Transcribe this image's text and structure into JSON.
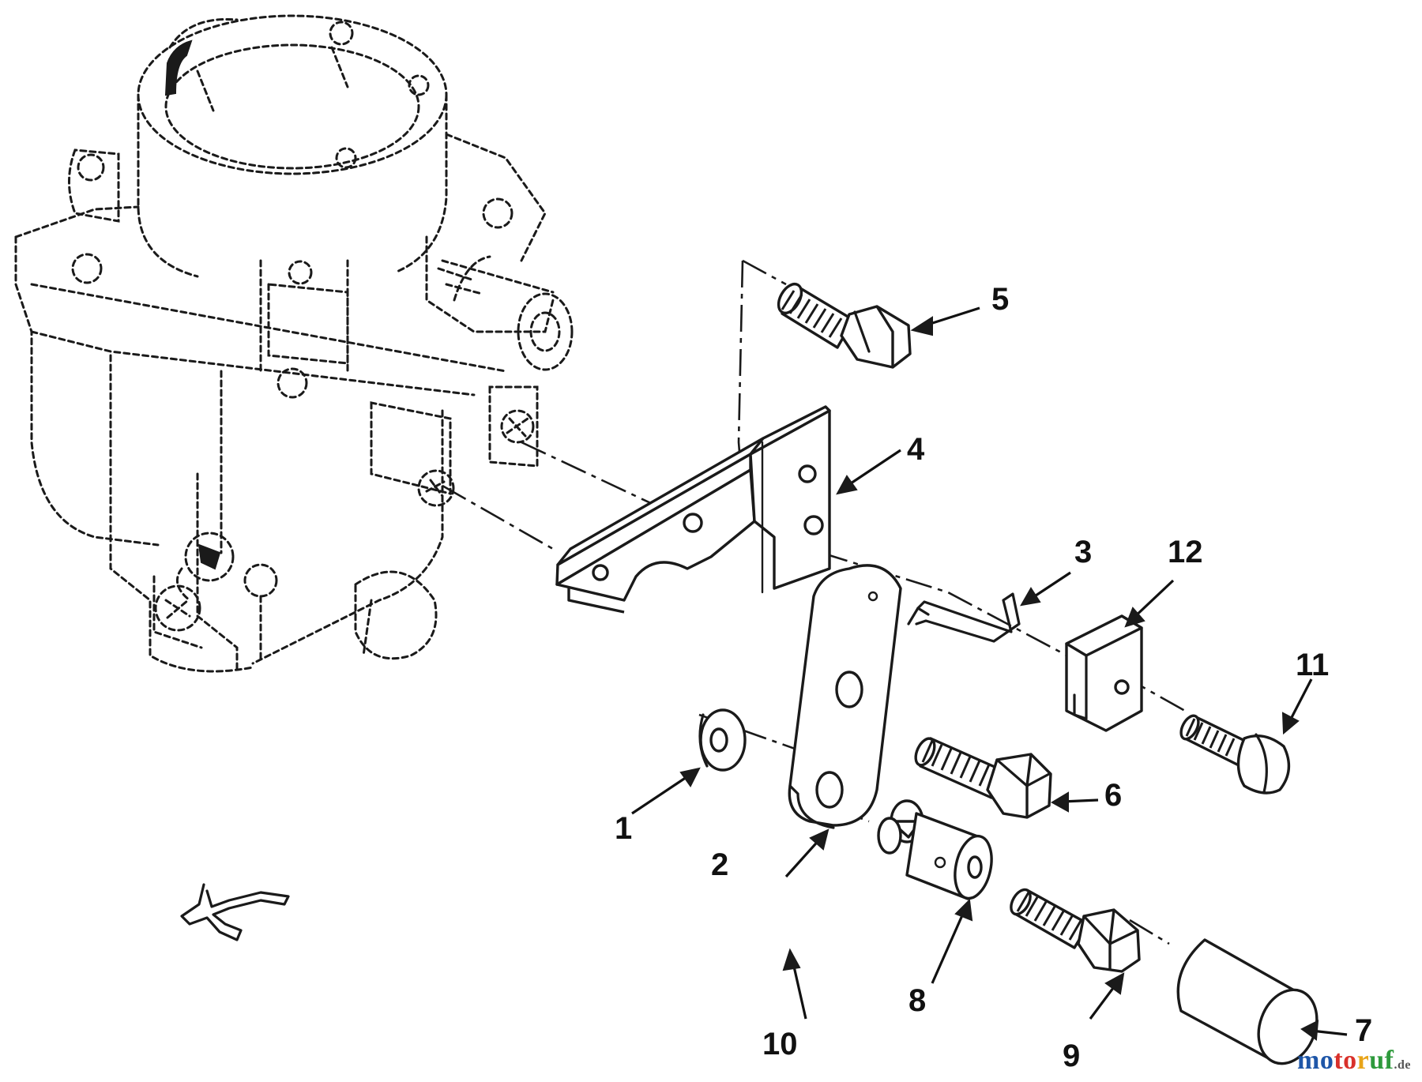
{
  "callouts": [
    "1",
    "2",
    "3",
    "4",
    "5",
    "6",
    "7",
    "8",
    "9",
    "10",
    "11",
    "12"
  ],
  "watermark": {
    "part1": "mo",
    "part2": "to",
    "part3": "r",
    "part4": "uf",
    "suffix": ".de"
  },
  "colors": {
    "ink": "#1a1a1a",
    "background": "#ffffff",
    "brand_blue": "#1e56a8",
    "brand_red": "#d9312b",
    "brand_yellow": "#e8a418",
    "brand_green": "#2e9a3c"
  }
}
